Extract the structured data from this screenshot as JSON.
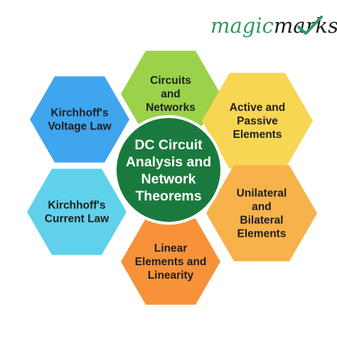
{
  "brand": {
    "prefix": "magic",
    "suffix": "marks",
    "prefix_color": "#2f9a5e",
    "suffix_color": "#1e1e1e",
    "check_color": "#2f9a5e"
  },
  "center": {
    "lines": [
      "DC Circuit",
      "Analysis and",
      "Network",
      "Theorems"
    ],
    "fill": "#1a7a3d",
    "stroke": "#ffffff"
  },
  "topics": [
    {
      "id": "circuits-and-networks",
      "lines": [
        "Circuits",
        "and",
        "Networks"
      ],
      "color": "#9bd24a"
    },
    {
      "id": "active-and-passive-elements",
      "lines": [
        "Active and",
        "Passive",
        "Elements"
      ],
      "color": "#f7d653"
    },
    {
      "id": "unilateral-and-bilateral-elements",
      "lines": [
        "Unilateral",
        "and",
        "Bilateral",
        "Elements"
      ],
      "color": "#f7b24b"
    },
    {
      "id": "linear-elements-and-linearity",
      "lines": [
        "Linear",
        "Elements and",
        "Linearity"
      ],
      "color": "#f7923a"
    },
    {
      "id": "kirchhoffs-current-law",
      "lines": [
        "Kirchhoff's",
        "Current Law"
      ],
      "color": "#5fd1ea"
    },
    {
      "id": "kirchhoffs-voltage-law",
      "lines": [
        "Kirchhoff's",
        "Voltage Law"
      ],
      "color": "#3fa5ef"
    }
  ]
}
